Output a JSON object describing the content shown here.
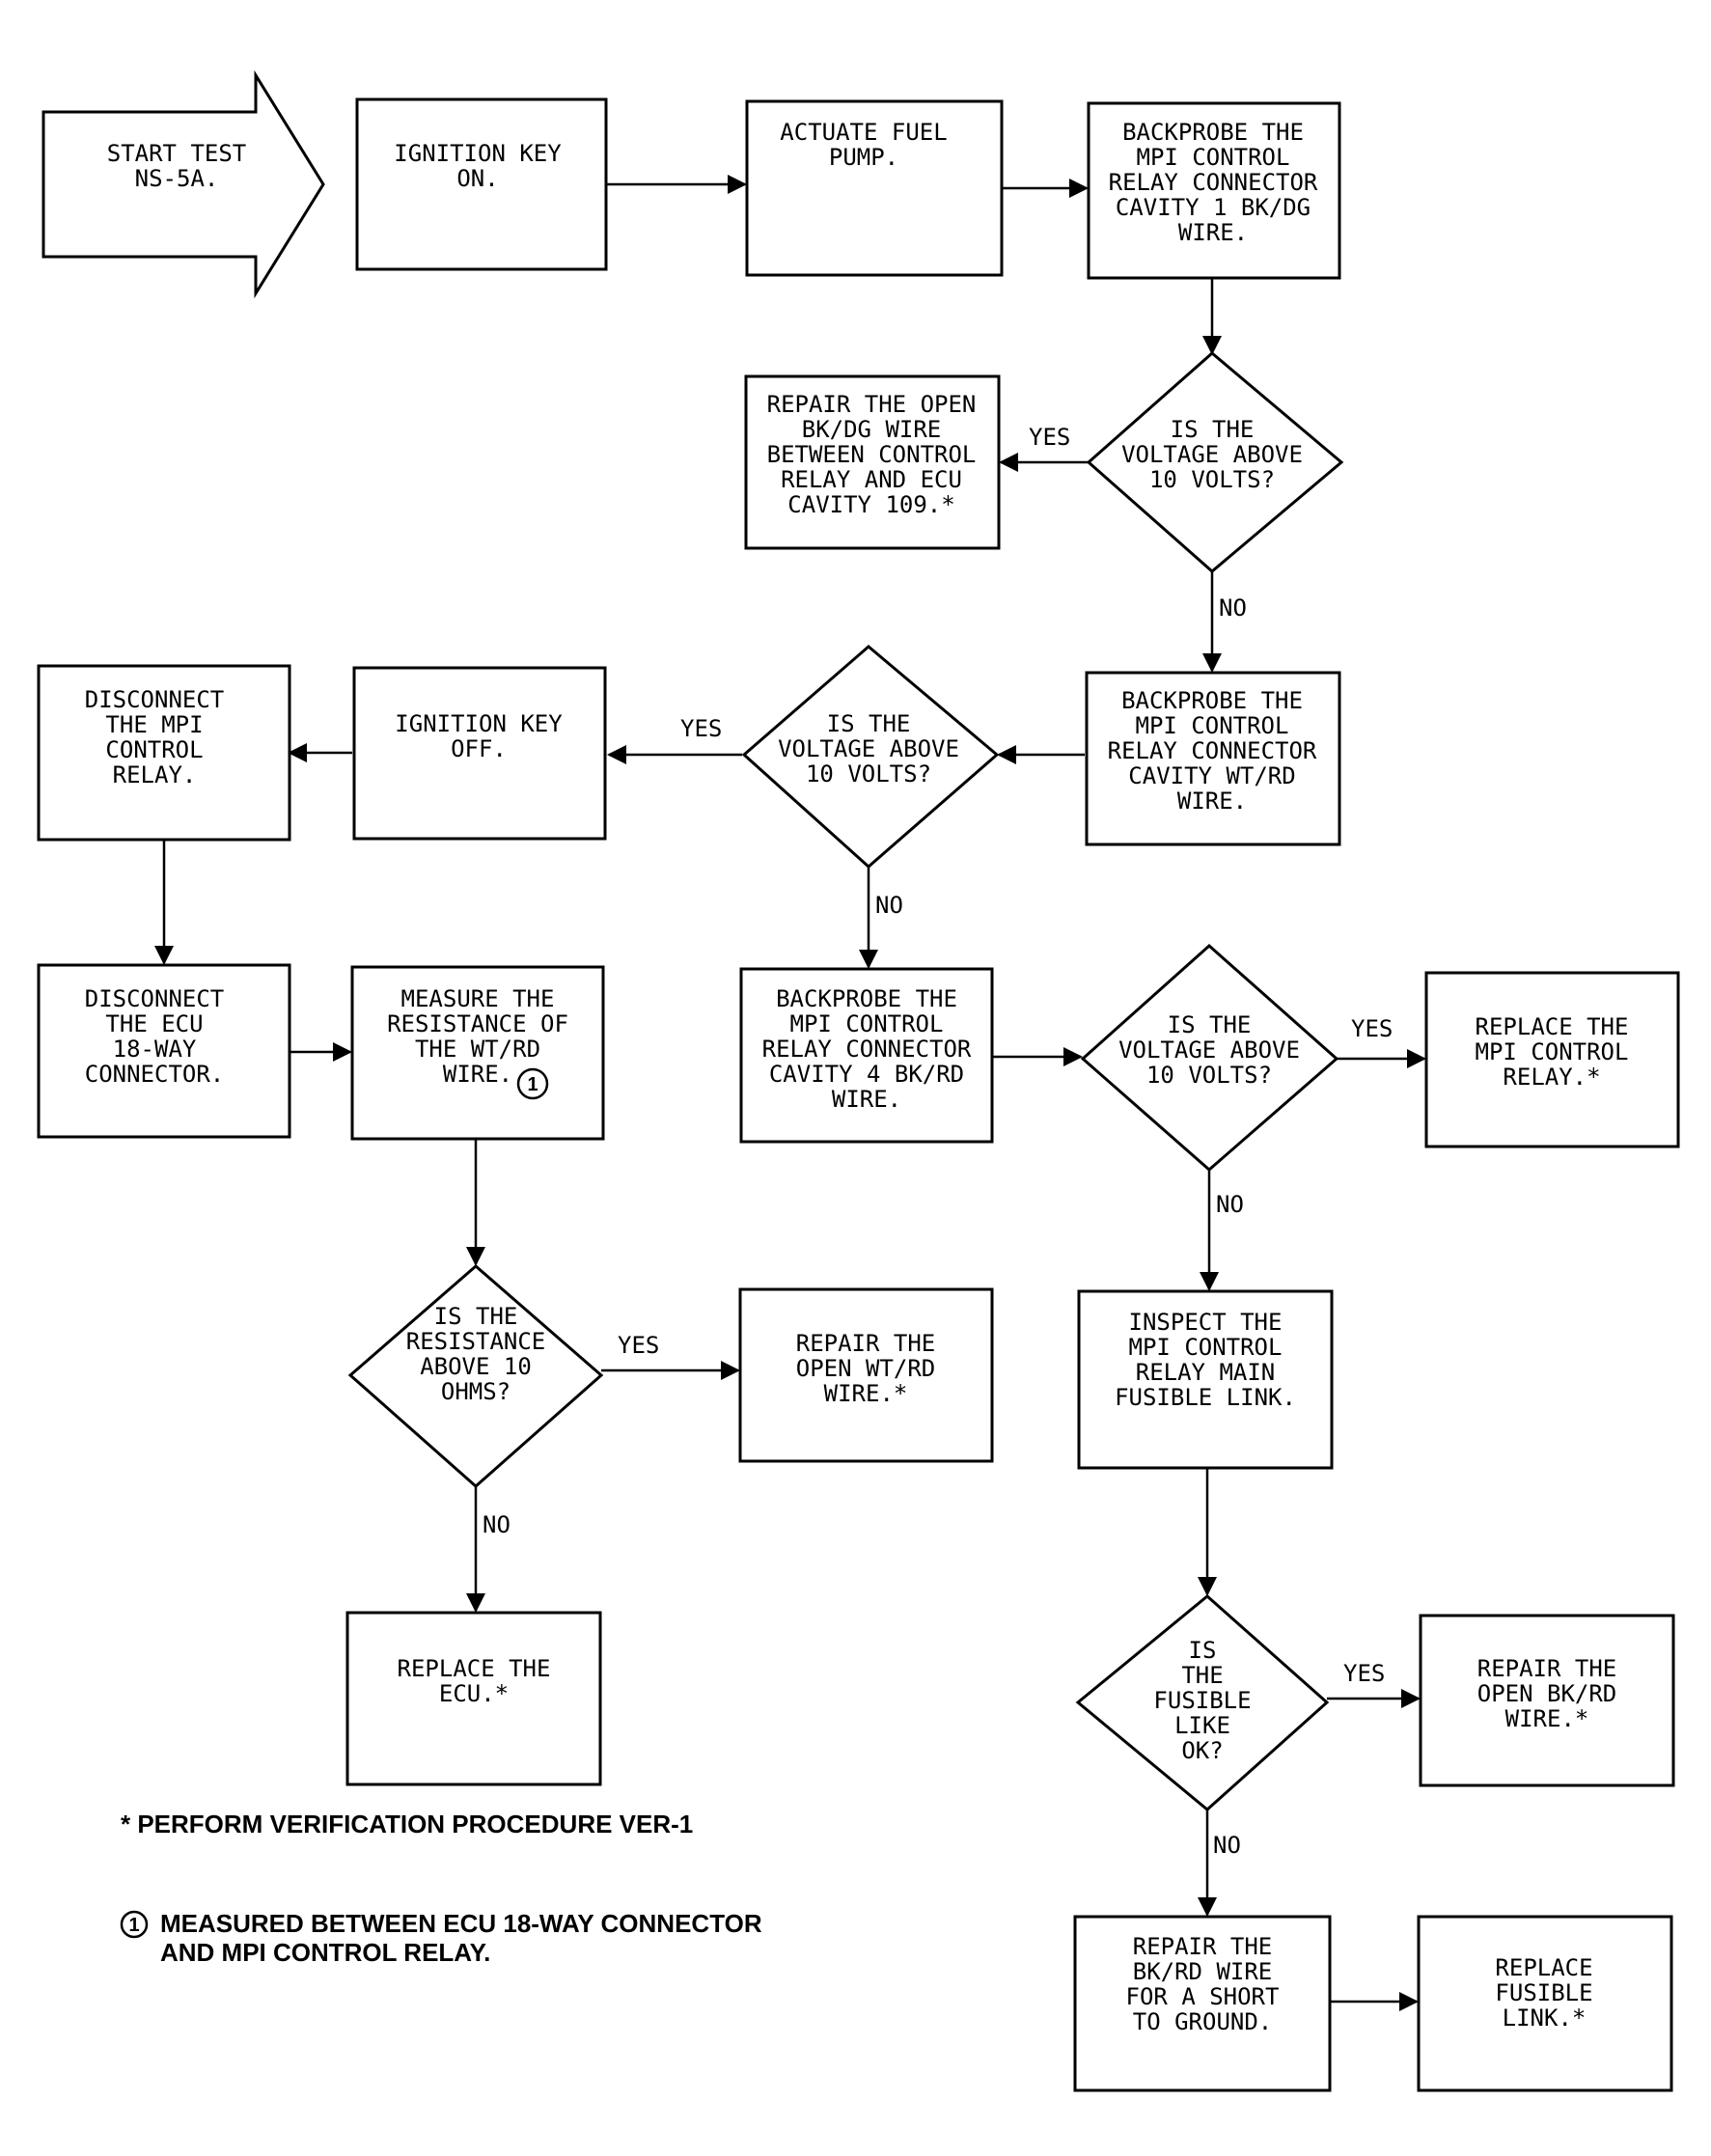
{
  "nodes": {
    "start": [
      "START TEST",
      "NS-5A."
    ],
    "ign_on": [
      "IGNITION KEY",
      "ON."
    ],
    "fuel_pump": [
      "ACTUATE FUEL",
      "PUMP."
    ],
    "bp_cav1": [
      "BACKPROBE THE",
      "MPI CONTROL",
      "RELAY CONNECTOR",
      "CAVITY 1 BK/DG",
      "WIRE."
    ],
    "q_volt1": [
      "IS THE",
      "VOLTAGE ABOVE",
      "10 VOLTS?"
    ],
    "repair_bkdg": [
      "REPAIR THE OPEN",
      "BK/DG WIRE",
      "BETWEEN CONTROL",
      "RELAY AND ECU",
      "CAVITY 109.*"
    ],
    "bp_wtrd": [
      "BACKPROBE THE",
      "MPI CONTROL",
      "RELAY CONNECTOR",
      "CAVITY WT/RD",
      "WIRE."
    ],
    "q_volt2": [
      "IS THE",
      "VOLTAGE ABOVE",
      "10 VOLTS?"
    ],
    "ign_off": [
      "IGNITION KEY",
      "OFF."
    ],
    "disc_relay": [
      "DISCONNECT",
      "THE MPI",
      "CONTROL",
      "RELAY."
    ],
    "disc_ecu": [
      "DISCONNECT",
      "THE ECU",
      "18-WAY",
      "CONNECTOR."
    ],
    "measure": [
      "MEASURE THE",
      "RESISTANCE OF",
      "THE WT/RD",
      "WIRE."
    ],
    "bp_cav4": [
      "BACKPROBE THE",
      "MPI CONTROL",
      "RELAY CONNECTOR",
      "CAVITY 4 BK/RD",
      "WIRE."
    ],
    "q_volt3": [
      "IS THE",
      "VOLTAGE ABOVE",
      "10 VOLTS?"
    ],
    "replace_relay": [
      "REPLACE THE",
      "MPI CONTROL",
      "RELAY.*"
    ],
    "q_resist": [
      "IS THE",
      "RESISTANCE",
      "ABOVE 10",
      "OHMS?"
    ],
    "repair_wtrd": [
      "REPAIR THE",
      "OPEN WT/RD",
      "WIRE.*"
    ],
    "inspect_link": [
      "INSPECT THE",
      "MPI CONTROL",
      "RELAY MAIN",
      "FUSIBLE LINK."
    ],
    "replace_ecu": [
      "REPLACE THE",
      "ECU.*"
    ],
    "q_fusible": [
      "IS",
      "THE",
      "FUSIBLE",
      "LIKE",
      "OK?"
    ],
    "repair_open_bkrd": [
      "REPAIR THE",
      "OPEN BK/RD",
      "WIRE.*"
    ],
    "repair_short": [
      "REPAIR THE",
      "BK/RD WIRE",
      "FOR A SHORT",
      "TO GROUND."
    ],
    "replace_link": [
      "REPLACE",
      "FUSIBLE",
      "LINK.*"
    ]
  },
  "edge_labels": {
    "yes1": "YES",
    "no1": "NO",
    "yes2": "YES",
    "no2": "NO",
    "yes3": "YES",
    "no3": "NO",
    "yes_resist": "YES",
    "no_resist": "NO",
    "yes_fusible": "YES",
    "no_fusible": "NO"
  },
  "marker": "1",
  "notes": {
    "verify": "* PERFORM VERIFICATION PROCEDURE VER-1",
    "measured_line1": "MEASURED BETWEEN ECU 18-WAY CONNECTOR",
    "measured_line2": "AND MPI CONTROL RELAY."
  }
}
